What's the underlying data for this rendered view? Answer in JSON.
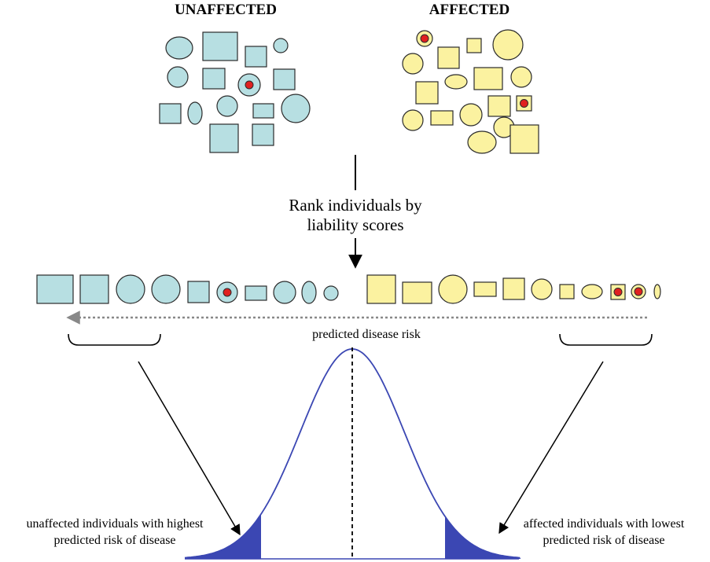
{
  "titles": {
    "unaffected": "UNAFFECTED",
    "affected": "AFFECTED"
  },
  "rank_label": {
    "line1": "Rank individuals by",
    "line2": "liability scores"
  },
  "risk_axis_label": "predicted disease risk",
  "left_caption": {
    "line1": "unaffected individuals with highest",
    "line2": "predicted risk of disease"
  },
  "right_caption": {
    "line1": "affected individuals with lowest",
    "line2": "predicted risk of disease"
  },
  "colors": {
    "unaffected_fill": "#b7dfe2",
    "affected_fill": "#fbf2a0",
    "marker_red": "#e02020",
    "curve_blue": "#3b47b3",
    "arrow_gray": "#888888"
  }
}
